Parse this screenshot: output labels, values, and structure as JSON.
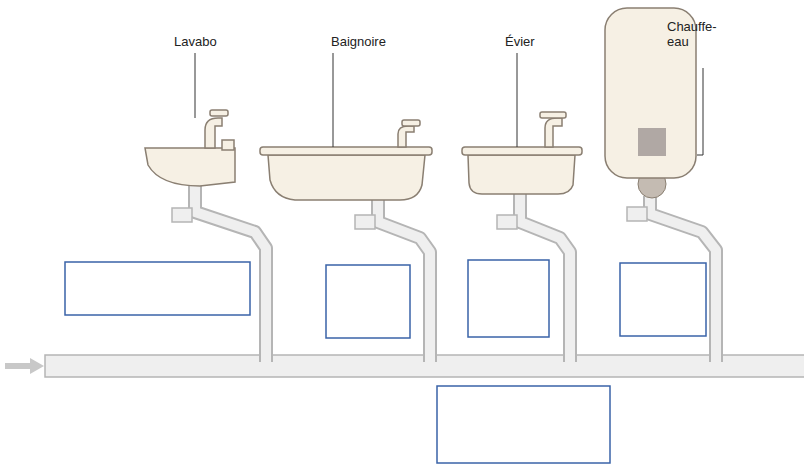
{
  "diagram": {
    "labels": [
      "Lavabo",
      "Baignoire",
      "Évier",
      "Chauffe- eau"
    ]
  }
}
